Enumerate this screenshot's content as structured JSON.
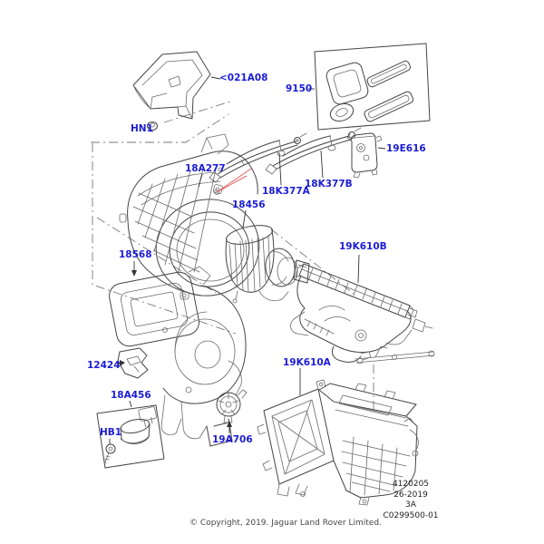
{
  "colors": {
    "label_blue": "#1c1cd8",
    "line_gray": "#454545",
    "red_callout": "#e06464"
  },
  "labels": {
    "l021A08": "<021A08",
    "l9150": "9150",
    "lHN1": "HN1",
    "l19E616": "19E616",
    "l18A277": "18A277",
    "l18K377A": "18K377A",
    "l18K377B": "18K377B",
    "l18456": "18456",
    "l18568": "18568",
    "l12424": "12424",
    "l18A456": "18A456",
    "lHB1": "HB1",
    "l19A706": "19A706",
    "l19K610B": "19K610B",
    "l19K610A": "19K610A"
  },
  "footnote": {
    "line1": "4120205",
    "line2": "26-2019",
    "line3": "3A",
    "line4": "C0299500-01"
  },
  "copyright": "© Copyright, 2019. Jaguar Land Rover Limited."
}
